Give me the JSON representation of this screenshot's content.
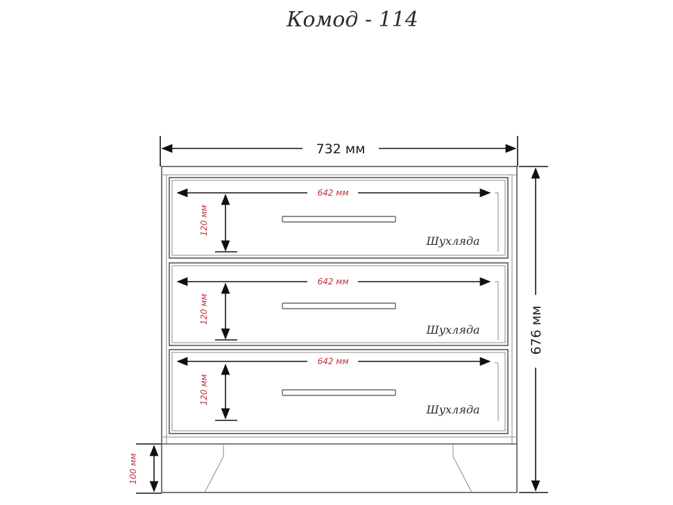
{
  "title": "Комод - 114",
  "dimensions": {
    "total_width": "732 мм",
    "total_height": "676 мм",
    "leg_height": "100 мм"
  },
  "drawers": [
    {
      "width": "642 мм",
      "height": "120 мм",
      "label": "Шухляда"
    },
    {
      "width": "642 мм",
      "height": "120 мм",
      "label": "Шухляда"
    },
    {
      "width": "642 мм",
      "height": "120 мм",
      "label": "Шухляда"
    }
  ]
}
